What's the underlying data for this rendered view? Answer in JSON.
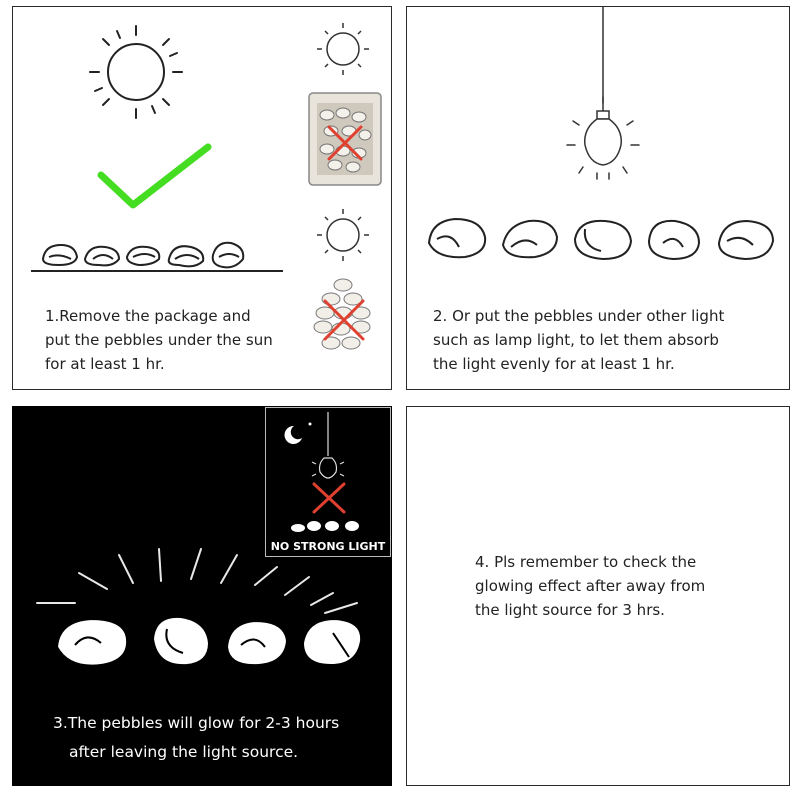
{
  "panels": [
    {
      "lines": [
        "1.Remove the package and",
        "put the pebbles under the sun",
        "for at least 1 hr."
      ],
      "icons": [
        "sun-icon",
        "check-icon",
        "pebbles-icon",
        "sun-small-icon",
        "package-icon",
        "cross-icon",
        "sun-small-icon",
        "pebble-pile-icon",
        "cross-icon"
      ]
    },
    {
      "lines": [
        "2. Or put the pebbles under other light",
        "such as lamp light, to let them absorb",
        "the light evenly for at least 1 hr."
      ],
      "icons": [
        "hanging-lamp-icon",
        "pebbles-icon"
      ]
    },
    {
      "lines": [
        "3.The pebbles will glow for 2-3 hours",
        "after leaving the light source."
      ],
      "inset_label": "NO STRONG LIGHT",
      "icons": [
        "glow-rays-icon",
        "glowing-pebbles-icon",
        "moon-icon",
        "lamp-icon",
        "cross-icon"
      ]
    },
    {
      "lines": [
        "4. Pls remember to check the",
        "glowing effect after away from",
        "the light source for 3 hrs."
      ]
    }
  ],
  "colors": {
    "check": "#44dd22",
    "cross": "#e04030",
    "night": "#000000"
  }
}
